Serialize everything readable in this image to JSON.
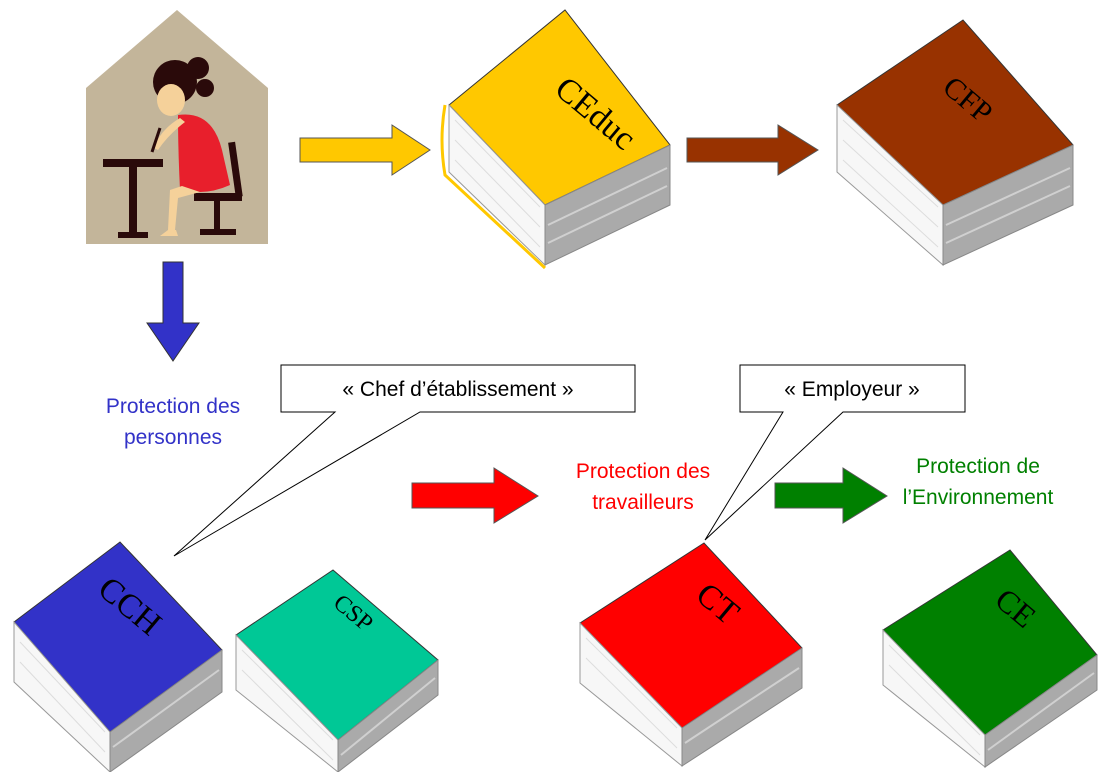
{
  "books": {
    "ceduc": {
      "label": "CEduc",
      "color": "#ffc800"
    },
    "cfp": {
      "label": "CFP",
      "color": "#983200"
    },
    "cch": {
      "label": "CCH",
      "color": "#3232c8"
    },
    "csp": {
      "label": "CSP",
      "color": "#00c896"
    },
    "ct": {
      "label": "CT",
      "color": "#ff0000"
    },
    "ce": {
      "label": "CE",
      "color": "#008000"
    }
  },
  "captions": {
    "personnes": {
      "line1": "Protection des",
      "line2": "personnes",
      "color": "#3232c8"
    },
    "travailleurs": {
      "line1": "Protection des",
      "line2": "travailleurs",
      "color": "#ff0000"
    },
    "environnement": {
      "line1": "Protection de",
      "line2": "l’Environnement",
      "color": "#008000"
    }
  },
  "callouts": {
    "chef": "« Chef d’établissement »",
    "employeur": "« Employeur »"
  },
  "arrows": {
    "house_to_ceduc": "#ffc800",
    "ceduc_to_cfp": "#983200",
    "house_down": "#3232c8",
    "to_travailleurs": "#ff0000",
    "to_environnement": "#008000"
  },
  "illustration": {
    "house_color": "#c3b59a",
    "icon": "student-desk-icon"
  }
}
